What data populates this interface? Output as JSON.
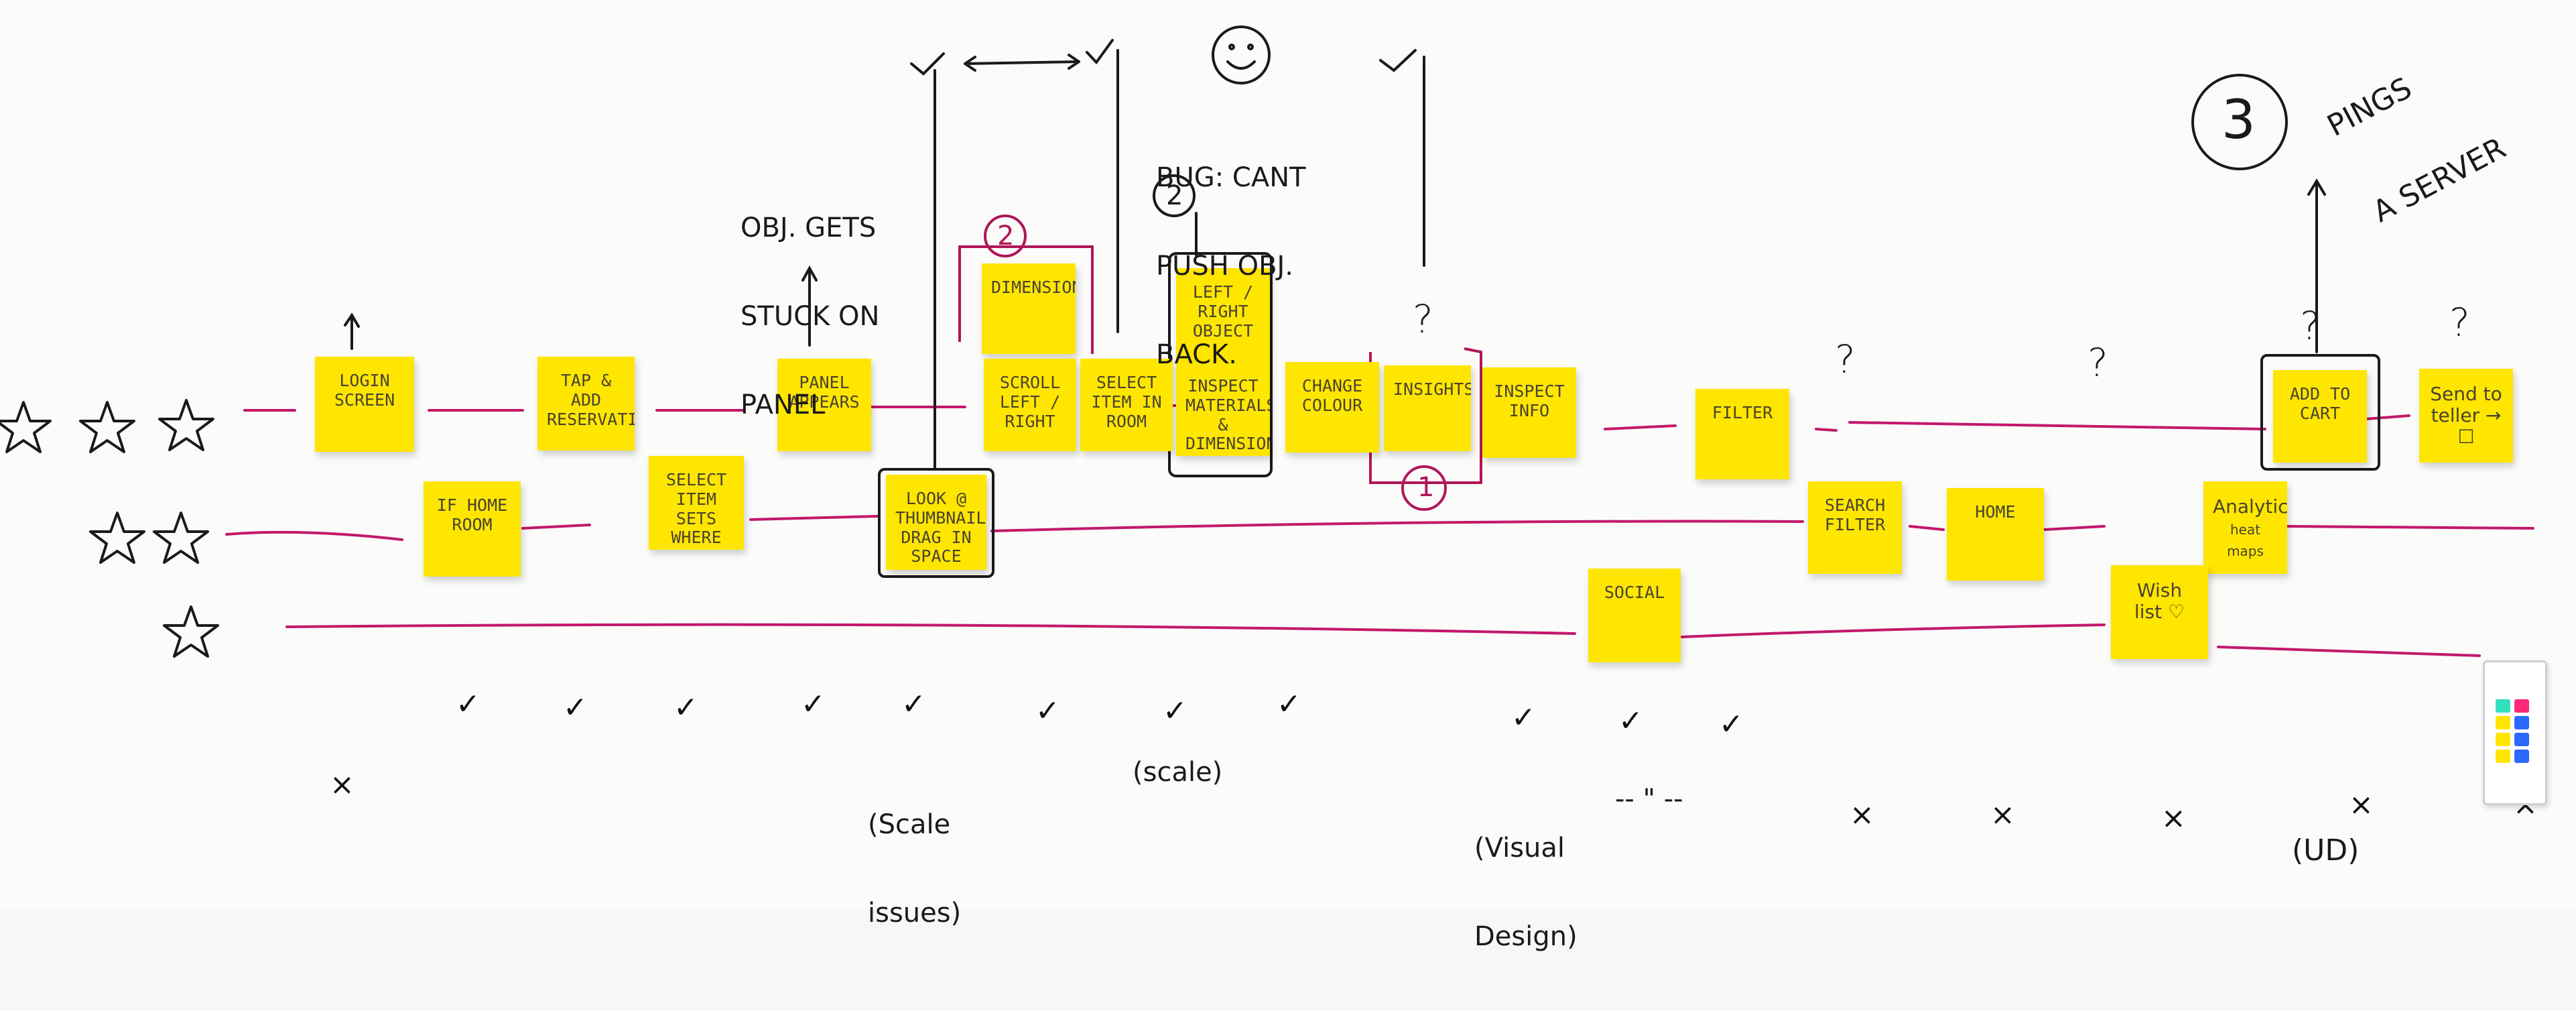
{
  "notes": {
    "login_screen": "login screen",
    "tap_add": "Tap & Add Reservation",
    "panel_appears": "Panel Appears",
    "if_home_room": "If Home Room",
    "select_item": "Select Item Sets Where",
    "drag_thumbnail": "Look @ Thumbnail Drag in Space",
    "dimensions": "Dimensions",
    "scroll_left": "Scroll Left / Right",
    "select_room": "Select Item in Room",
    "left_right": "Left / Right Object",
    "inspect": "Inspect Materials & Dimension",
    "change_colour": "Change Colour",
    "insights": "Insights",
    "inspect_info": "Inspect Info",
    "filter": "Filter",
    "search_filter": "Search Filter",
    "home": "Home",
    "social": "Social",
    "add_to_cart": "Add to Cart",
    "analytics": "Analytics",
    "analytics_sub": "heat maps",
    "wish_list": "Wish list ♡",
    "send_to": "Send to teller → ☐"
  },
  "annotations": {
    "stuck_line1": "OBJ. GETS",
    "stuck_line2": "STUCK ON",
    "stuck_line3": "PANEL",
    "bug_line1": "BUG: CANT",
    "bug_line2": "PUSH OBJ.",
    "bug_line3": "BACK.",
    "pings_line1": "PINGS",
    "pings_line2": "A SERVER",
    "scale_issues_1": "(Scale",
    "scale_issues_2": "issues)",
    "scale": "(scale)",
    "visual_design_1": "(Visual",
    "visual_design_2": "Design)",
    "ditto": "-- \" --",
    "ud": "(UD)",
    "q_insights": "?",
    "q_1": "?",
    "q_2": "?",
    "q_cart": "?",
    "q_send": "?",
    "num_2a": "2",
    "num_2b": "2",
    "num_1": "1",
    "num_3": "3"
  },
  "marks": {
    "check": "✓",
    "cross": "×",
    "star": "☆"
  },
  "colors": {
    "note_yellow": "#ffe600",
    "journey_line": "#c2186b",
    "ink_black": "#1a1a1a"
  }
}
